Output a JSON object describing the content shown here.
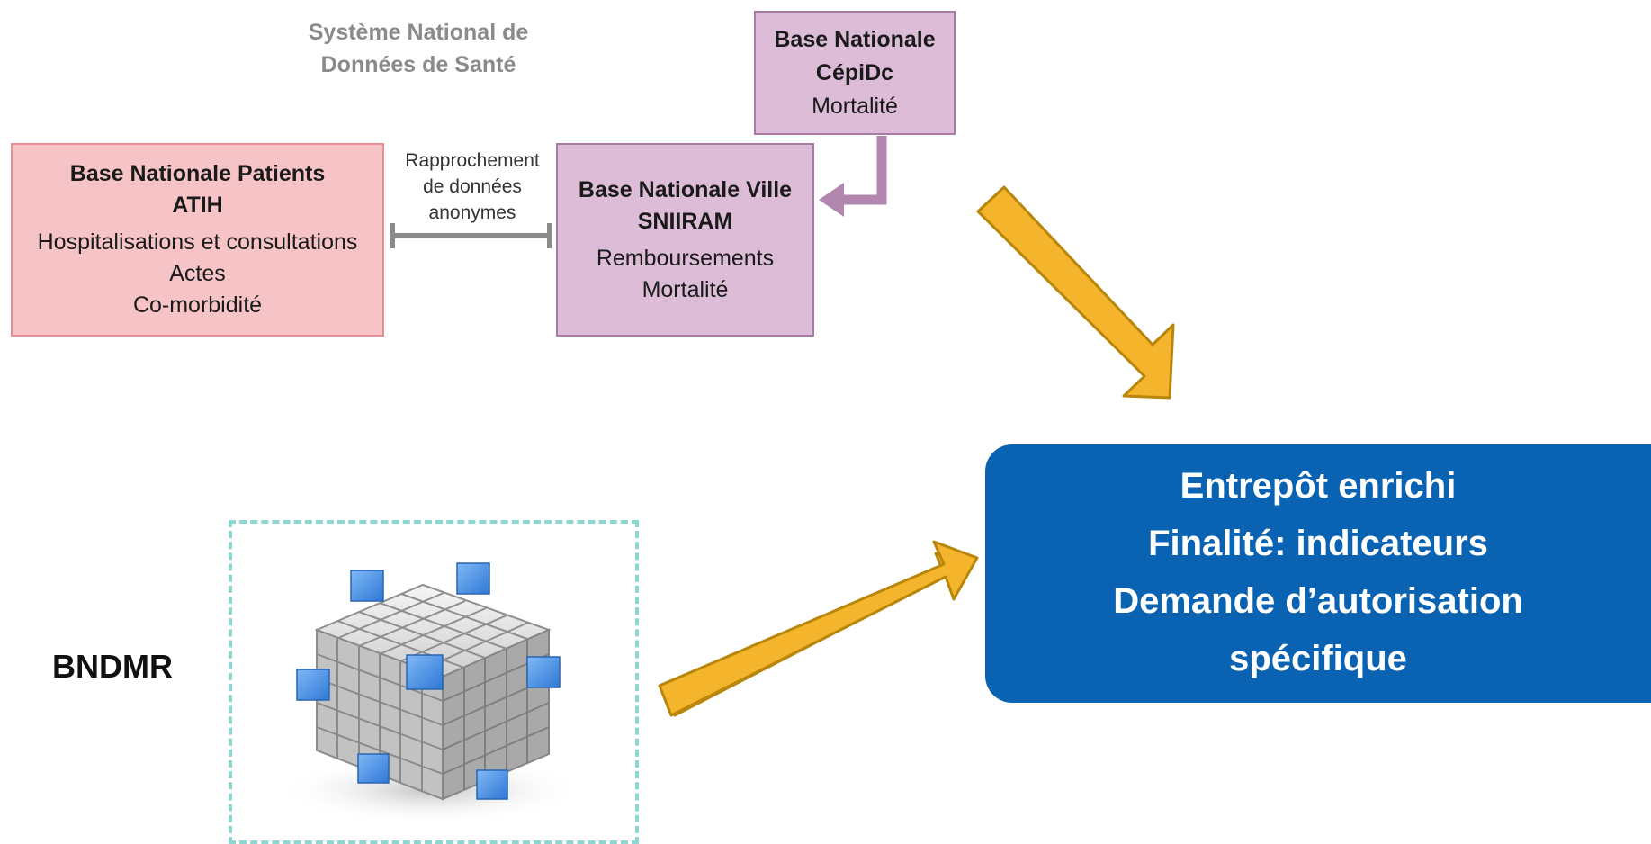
{
  "snds_title": [
    "Système National de",
    "Données de Santé"
  ],
  "base_patients": {
    "title": [
      "Base Nationale Patients",
      "ATIH"
    ],
    "items": [
      "Hospitalisations et consultations",
      "Actes",
      "Co-morbidité"
    ]
  },
  "rapprochement": [
    "Rapprochement",
    "de données",
    "anonymes"
  ],
  "base_ville": {
    "title": [
      "Base Nationale Ville",
      "SNIIRAM"
    ],
    "items": [
      "Remboursements",
      "Mortalité"
    ]
  },
  "base_cepidc": {
    "title": [
      "Base Nationale",
      "CépiDc"
    ],
    "items": [
      "Mortalité"
    ]
  },
  "entrepot": [
    "Entrepôt enrichi",
    "Finalité: indicateurs",
    "Demande d’autorisation",
    "spécifique"
  ],
  "bndmr_label": "BNDMR",
  "colors": {
    "patients_fill": "#f6c4c6",
    "sniiram_fill": "#dcbcd6",
    "entrepot_fill": "#0a63b2",
    "arrow_fill": "#f4b42c",
    "dashed_border": "#8ed6d0"
  },
  "icons": [
    "data-cube-icon",
    "gold-arrow-icon",
    "connector-arrow-icon"
  ]
}
